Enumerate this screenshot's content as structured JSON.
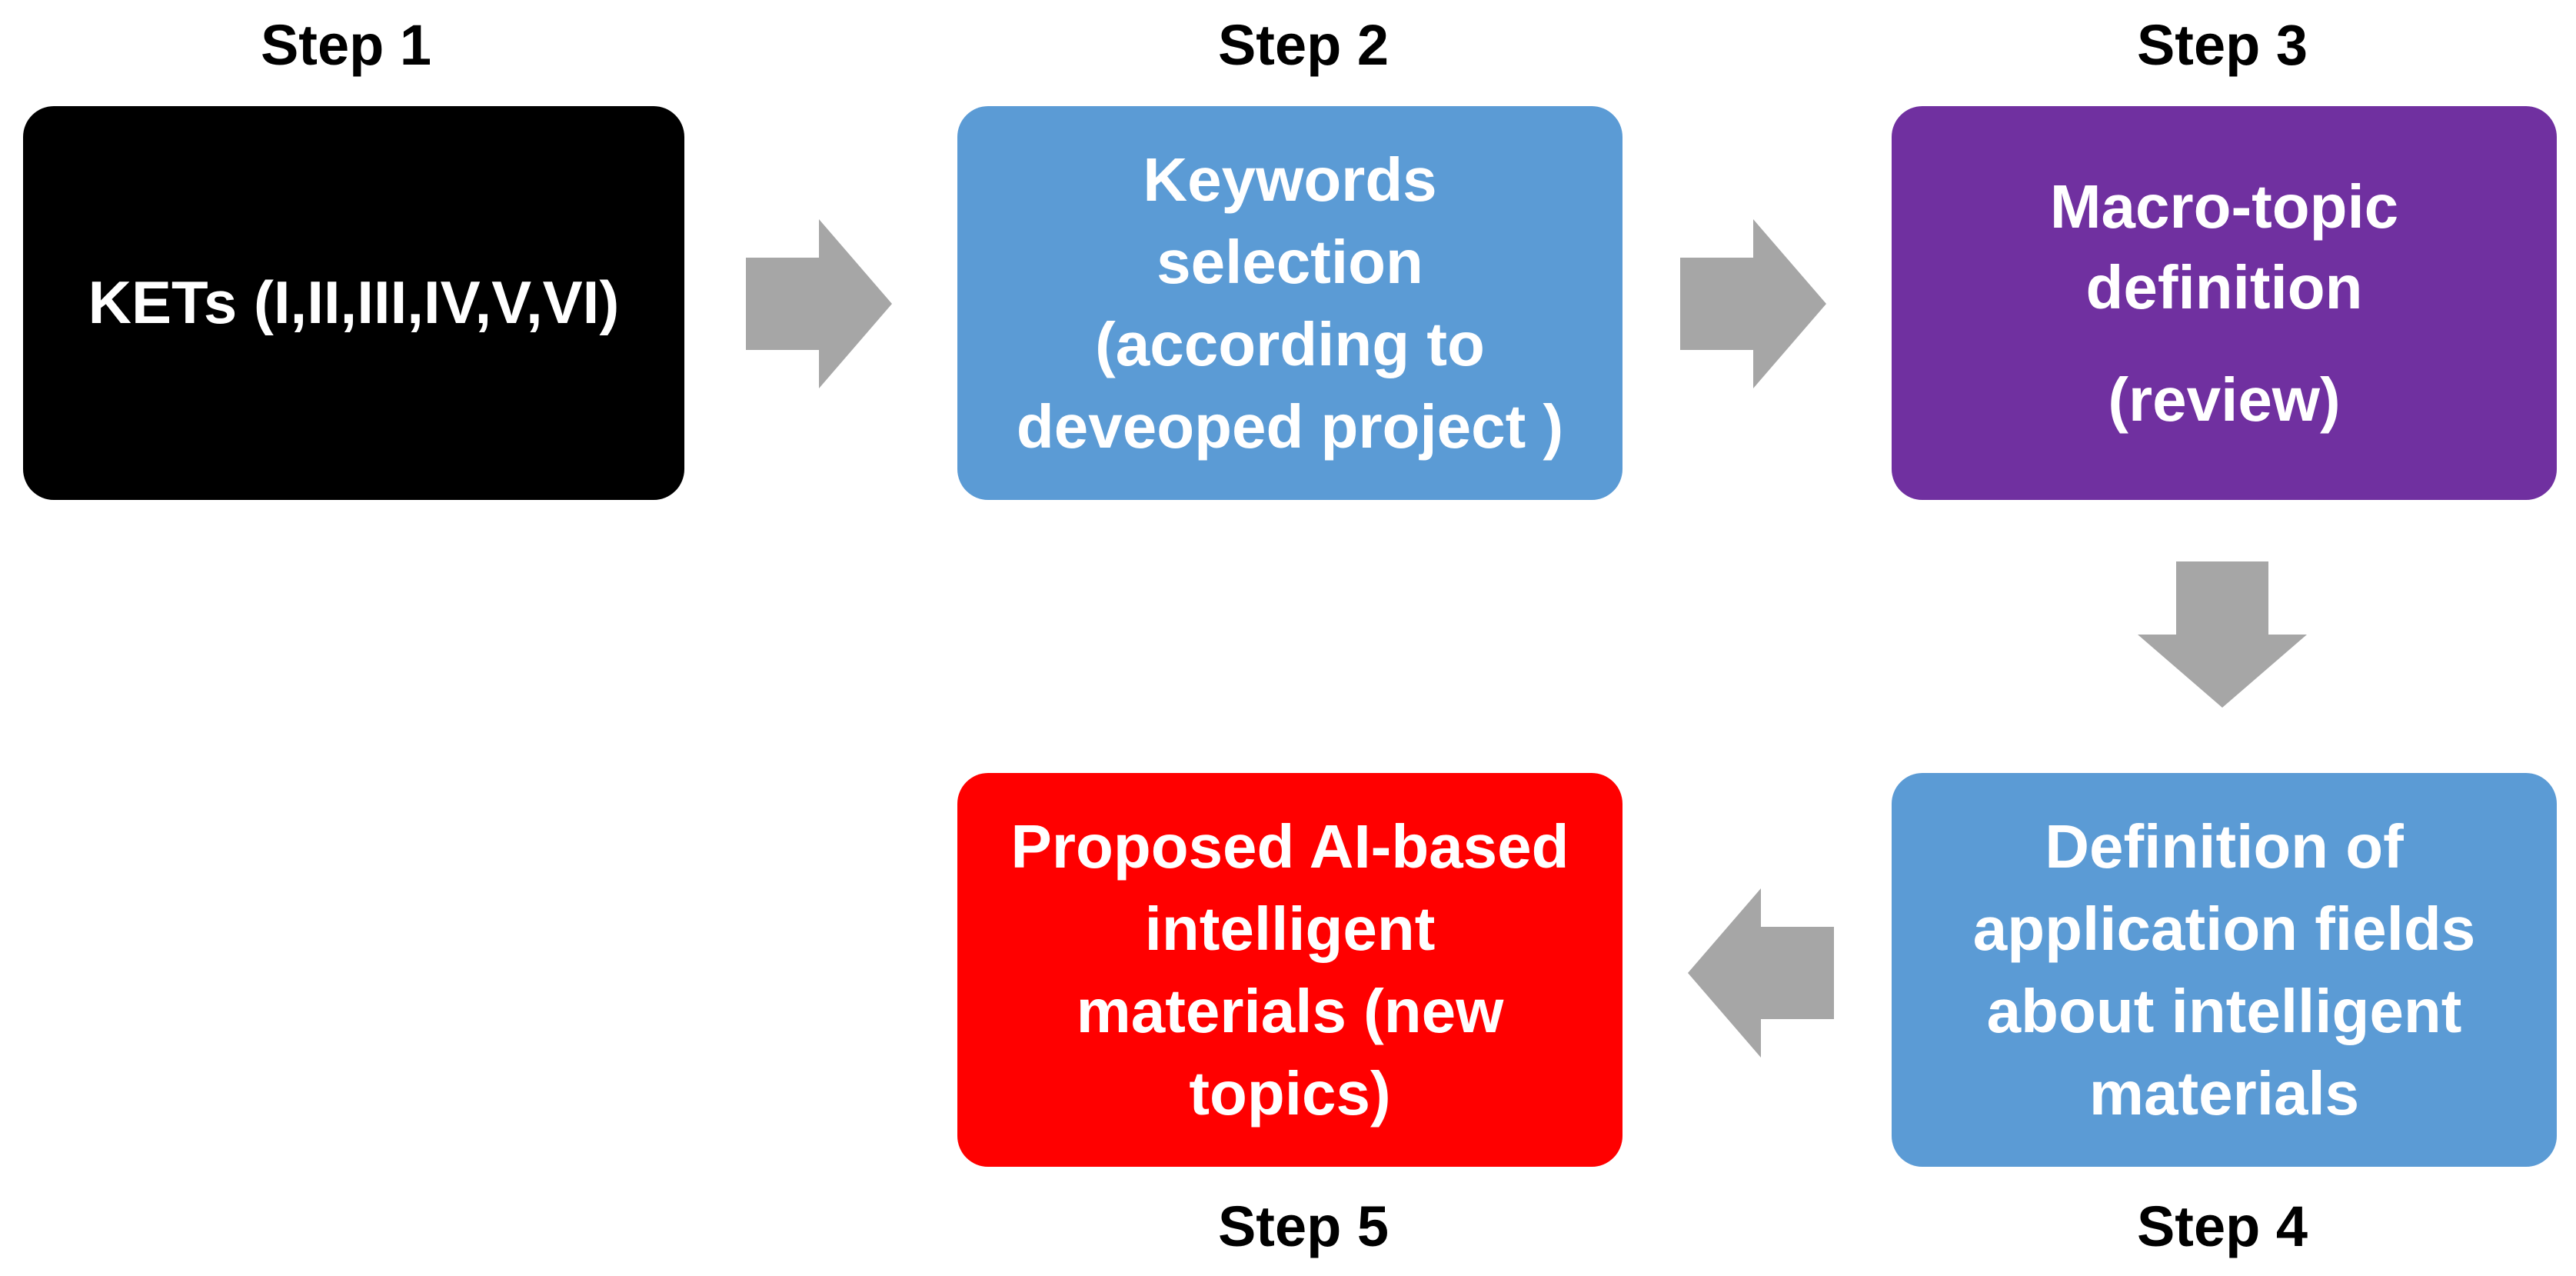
{
  "steps": [
    {
      "label": "Step 1",
      "lines": [
        "KETs (I,II,III,IV,V,VI)"
      ],
      "color": "#000000"
    },
    {
      "label": "Step 2",
      "lines": [
        "Keywords",
        "selection",
        "(according to",
        "deveoped project )"
      ],
      "color": "#5B9BD5"
    },
    {
      "label": "Step 3",
      "lines": [
        "Macro-topic",
        "definition",
        "(review)"
      ],
      "color": "#7030A0"
    },
    {
      "label": "Step 4",
      "lines": [
        "Definition of",
        "application fields",
        "about intelligent",
        "materials"
      ],
      "color": "#5B9BD5"
    },
    {
      "label": "Step 5",
      "lines": [
        "Proposed AI-based",
        "intelligent",
        "materials (new",
        "topics)"
      ],
      "color": "#FF0000"
    }
  ],
  "arrow_color": "#A6A6A6",
  "arrows": [
    {
      "from": "Step 1",
      "to": "Step 2",
      "direction": "right"
    },
    {
      "from": "Step 2",
      "to": "Step 3",
      "direction": "right"
    },
    {
      "from": "Step 3",
      "to": "Step 4",
      "direction": "down"
    },
    {
      "from": "Step 4",
      "to": "Step 5",
      "direction": "left"
    }
  ]
}
